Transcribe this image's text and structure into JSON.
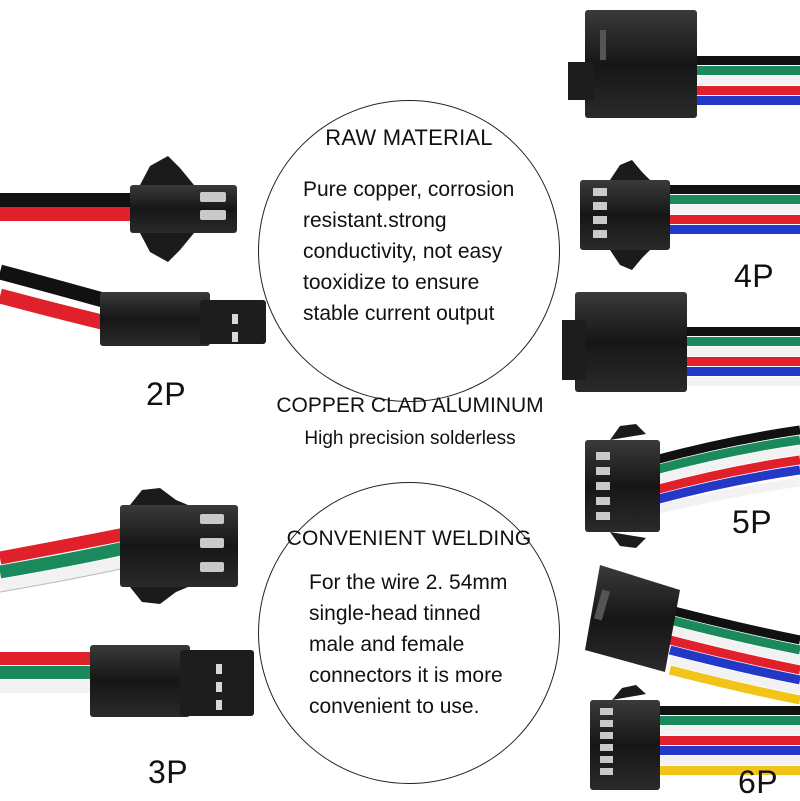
{
  "raw_material": {
    "title": "RAW MATERIAL",
    "lines": [
      "Pure copper, corrosion",
      "resistant.strong",
      "conductivity, not easy",
      "tooxidize to ensure",
      "stable current output"
    ]
  },
  "middle": {
    "heading": "COPPER CLAD ALUMINUM",
    "subheading": "High precision solderless"
  },
  "convenient_welding": {
    "title": "CONVENIENT WELDING",
    "lines": [
      "For the wire 2. 54mm",
      "single-head tinned",
      "male and female",
      "connectors it is more",
      "convenient to use."
    ]
  },
  "connector_labels": {
    "two_pin": "2P",
    "three_pin": "3P",
    "four_pin": "4P",
    "five_pin": "5P",
    "six_pin": "6P"
  },
  "wire_colors": {
    "black": "#111111",
    "red": "#e0202a",
    "green": "#1a8a5c",
    "white": "#f2f2f2",
    "blue": "#2438c8",
    "yellow": "#f2c417",
    "housing": "#1b1b1b"
  }
}
